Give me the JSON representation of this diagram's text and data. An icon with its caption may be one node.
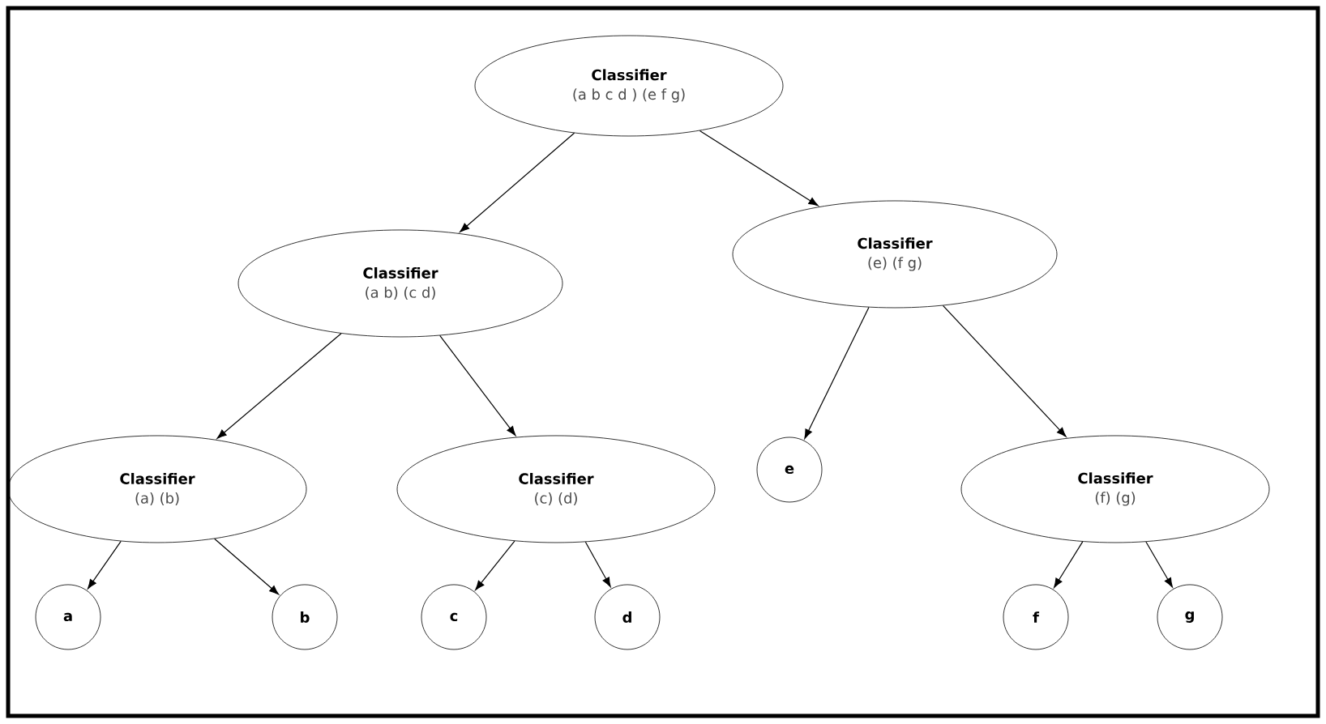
{
  "diagram": {
    "nodes": [
      {
        "text": [
          "Classifier",
          "(a b c d ) (e f g)"
        ]
      },
      {
        "text": [
          "Classifier",
          "(a b) (c d)"
        ]
      },
      {
        "text": [
          "Classifier",
          "(e) (f g)"
        ]
      },
      {
        "text": [
          "Classifier",
          "(a) (b)"
        ]
      },
      {
        "text": [
          "Classifier",
          "(c) (d)"
        ]
      },
      {
        "text": [
          "e"
        ]
      },
      {
        "text": [
          "Classifier",
          "(f) (g)"
        ]
      },
      {
        "text": [
          "a"
        ]
      },
      {
        "text": [
          "b"
        ]
      },
      {
        "text": [
          "c"
        ]
      },
      {
        "text": [
          "d"
        ]
      },
      {
        "text": [
          "f"
        ]
      },
      {
        "text": [
          "g"
        ]
      }
    ],
    "edges": [
      {
        "from": 0,
        "to": 1,
        "arrow": "to"
      },
      {
        "from": 0,
        "to": 2,
        "arrow": "to"
      },
      {
        "from": 1,
        "to": 3,
        "arrow": "to"
      },
      {
        "from": 1,
        "to": 4,
        "arrow": "to"
      },
      {
        "from": 2,
        "to": 5,
        "arrow": "to"
      },
      {
        "from": 2,
        "to": 6,
        "arrow": "to"
      },
      {
        "from": 3,
        "to": 7,
        "arrow": "to"
      },
      {
        "from": 3,
        "to": 8,
        "arrow": "to"
      },
      {
        "from": 4,
        "to": 9,
        "arrow": "to"
      },
      {
        "from": 4,
        "to": 10,
        "arrow": "to"
      },
      {
        "from": 6,
        "to": 11,
        "arrow": "to"
      },
      {
        "from": 6,
        "to": 12,
        "arrow": "to"
      }
    ]
  }
}
